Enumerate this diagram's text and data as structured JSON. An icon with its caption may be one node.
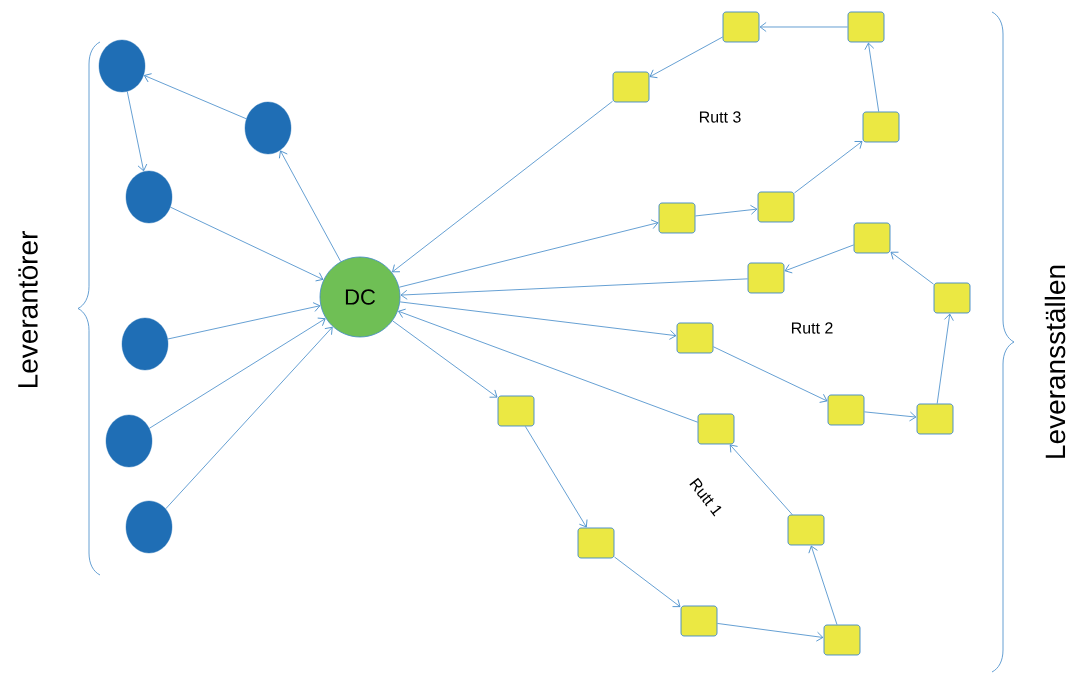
{
  "diagram": {
    "nodes": [
      {
        "text": [
          "DC"
        ]
      },
      {
        "text": [],
        "shape": "circle"
      },
      {
        "text": [],
        "shape": "circle"
      },
      {
        "text": [],
        "shape": "circle"
      },
      {
        "text": [],
        "shape": "circle"
      },
      {
        "text": [],
        "shape": "circle"
      },
      {
        "text": [],
        "shape": "circle"
      },
      {
        "text": [],
        "shape": "box"
      },
      {
        "text": [],
        "shape": "box"
      },
      {
        "text": [],
        "shape": "box"
      },
      {
        "text": [],
        "shape": "box"
      },
      {
        "text": [],
        "shape": "box"
      },
      {
        "text": [],
        "shape": "box"
      },
      {
        "text": [],
        "shape": "box"
      },
      {
        "text": [],
        "shape": "box"
      },
      {
        "text": [],
        "shape": "box"
      },
      {
        "text": [],
        "shape": "box"
      },
      {
        "text": [],
        "shape": "box"
      },
      {
        "text": [],
        "shape": "box"
      },
      {
        "text": [],
        "shape": "box"
      },
      {
        "text": [],
        "shape": "box"
      },
      {
        "text": [],
        "shape": "box"
      },
      {
        "text": [],
        "shape": "box"
      },
      {
        "text": [],
        "shape": "box"
      },
      {
        "text": [],
        "shape": "box"
      }
    ],
    "edges": [
      {
        "from": 0,
        "to": 2,
        "arrow": "to"
      },
      {
        "from": 2,
        "to": 1,
        "arrow": "to"
      },
      {
        "from": 1,
        "to": 3,
        "arrow": "to"
      },
      {
        "from": 3,
        "to": 0,
        "arrow": "to"
      },
      {
        "from": 4,
        "to": 0,
        "arrow": "to"
      },
      {
        "from": 5,
        "to": 0,
        "arrow": "to"
      },
      {
        "from": 6,
        "to": 0,
        "arrow": "to"
      },
      {
        "from": 0,
        "to": 12,
        "arrow": "to"
      },
      {
        "from": 12,
        "to": 11,
        "arrow": "to"
      },
      {
        "from": 11,
        "to": 10,
        "arrow": "to"
      },
      {
        "from": 10,
        "to": 9,
        "arrow": "to"
      },
      {
        "from": 9,
        "to": 8,
        "arrow": "to"
      },
      {
        "from": 8,
        "to": 7,
        "arrow": "to"
      },
      {
        "from": 7,
        "to": 0,
        "arrow": "to"
      },
      {
        "from": 0,
        "to": 13,
        "arrow": "to"
      },
      {
        "from": 13,
        "to": 14,
        "arrow": "to"
      },
      {
        "from": 14,
        "to": 15,
        "arrow": "to"
      },
      {
        "from": 15,
        "to": 16,
        "arrow": "to"
      },
      {
        "from": 16,
        "to": 17,
        "arrow": "to"
      },
      {
        "from": 17,
        "to": 18,
        "arrow": "to"
      },
      {
        "from": 18,
        "to": 0,
        "arrow": "to"
      },
      {
        "from": 0,
        "to": 19,
        "arrow": "to"
      },
      {
        "from": 19,
        "to": 20,
        "arrow": "to"
      },
      {
        "from": 20,
        "to": 21,
        "arrow": "to"
      },
      {
        "from": 21,
        "to": 22,
        "arrow": "to"
      },
      {
        "from": 22,
        "to": 23,
        "arrow": "to"
      },
      {
        "from": 23,
        "to": 24,
        "arrow": "to"
      },
      {
        "from": 24,
        "to": 0,
        "arrow": "to"
      }
    ],
    "labels": [
      "Leverantörer",
      "Rutt 3",
      "Rutt 2",
      "Rutt 1",
      "Leveransställen"
    ]
  }
}
